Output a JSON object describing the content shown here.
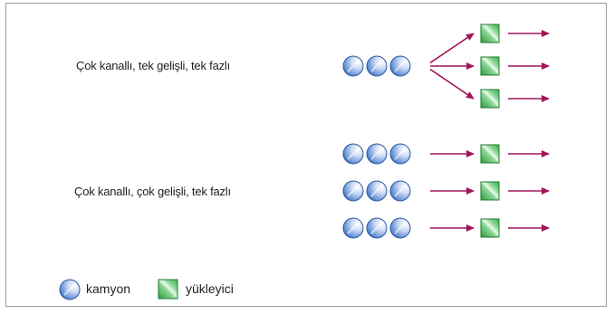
{
  "diagram": {
    "configurations": [
      {
        "label": "Çok kanallı, tek gelişli, tek fazlı",
        "queues": 1,
        "servers": 3
      },
      {
        "label": "Çok kanallı, çok gelişli, tek fazlı",
        "queues": 3,
        "servers": 3
      }
    ]
  },
  "legend": {
    "truck_label": "kamyon",
    "loader_label": "yükleyici"
  },
  "colors": {
    "truck": "#3f73c4",
    "loader": "#35b046",
    "arrow": "#a0165a",
    "border": "#9a9a9a"
  },
  "icons": [
    "truck-circle-icon",
    "loader-square-icon",
    "arrow-icon"
  ]
}
